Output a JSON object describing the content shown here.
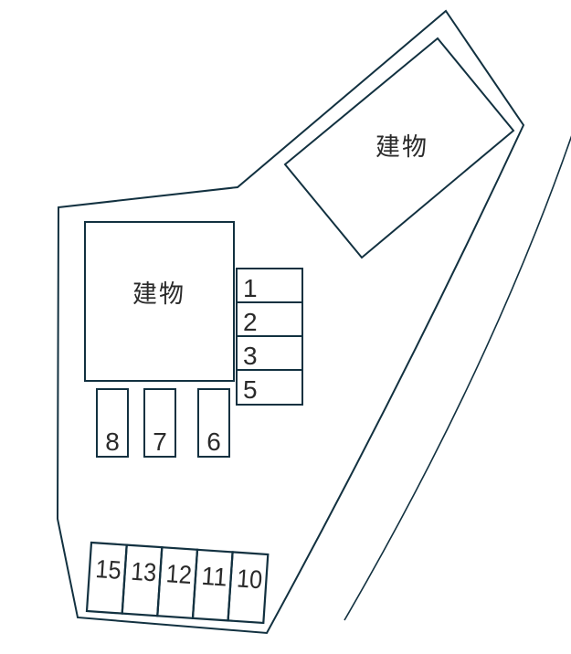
{
  "colors": {
    "line": "#123140",
    "text": "#2a2a2a",
    "background": "#ffffff"
  },
  "buildings": {
    "rotated_label": "建物",
    "main_label": "建物"
  },
  "parking": {
    "column": [
      {
        "label": "1"
      },
      {
        "label": "2"
      },
      {
        "label": "3"
      },
      {
        "label": "5"
      }
    ],
    "vertical": [
      {
        "label": "8"
      },
      {
        "label": "7"
      },
      {
        "label": "6"
      }
    ],
    "slanted": [
      {
        "label": "15"
      },
      {
        "label": "13"
      },
      {
        "label": "12"
      },
      {
        "label": "11"
      },
      {
        "label": "10"
      }
    ]
  }
}
